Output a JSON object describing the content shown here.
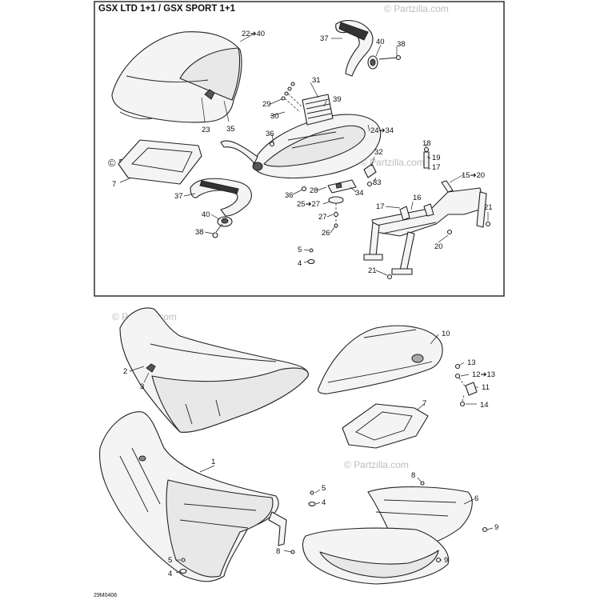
{
  "diagram": {
    "title": "GSX LTD 1+1 / GSX SPORT 1+1",
    "drawing_code": "29M0406",
    "watermark": "© Partzilla.com",
    "watermark_bold": "© Partzilla.com",
    "callouts": {
      "c22_40": "22➔40",
      "c37a": "37",
      "c40a": "40",
      "c38a": "38",
      "c31": "31",
      "c29": "29",
      "c30": "30",
      "c39": "39",
      "c23": "23",
      "c35": "35",
      "c36a": "36",
      "c24_34": "24➔34",
      "c7a": "7",
      "c32": "32",
      "c33": "33",
      "c37b": "37",
      "c36b": "36",
      "c28": "28",
      "c34": "34",
      "c25_27": "25➔27",
      "c27": "27",
      "c26": "26",
      "c40b": "40",
      "c38b": "38",
      "c18": "18",
      "c19": "19",
      "c17a": "17",
      "c15_20": "15➔20",
      "c16": "16",
      "c17b": "17",
      "c21a": "21",
      "c20": "20",
      "c21b": "21",
      "c5a": "5",
      "c4a": "4",
      "c2": "2",
      "c3": "3",
      "c10": "10",
      "c13": "13",
      "c12_13": "12➔13",
      "c11": "11",
      "c14": "14",
      "c7b": "7",
      "c1": "1",
      "c5b": "5",
      "c4b": "4",
      "c8a": "8",
      "c6": "6",
      "c9a": "9",
      "c8b": "8",
      "c9b": "9",
      "c5c": "5",
      "c4c": "4"
    }
  }
}
